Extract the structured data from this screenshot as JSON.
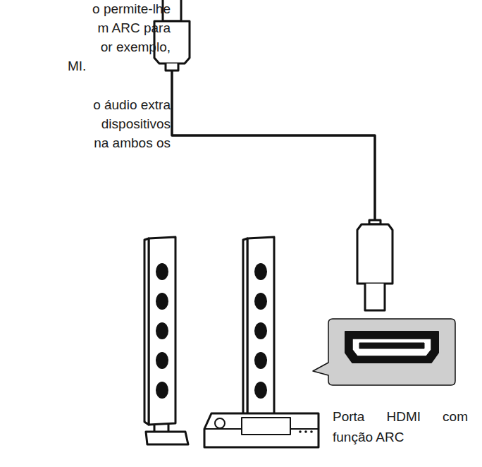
{
  "diagram": {
    "labels": [
      "o permite-lhe",
      "m ARC para",
      "or exemplo,",
      "MI.",
      "o áudio extra",
      "dispositivos",
      "na ambos os",
      "Porta HDMI com função ARC"
    ]
  }
}
